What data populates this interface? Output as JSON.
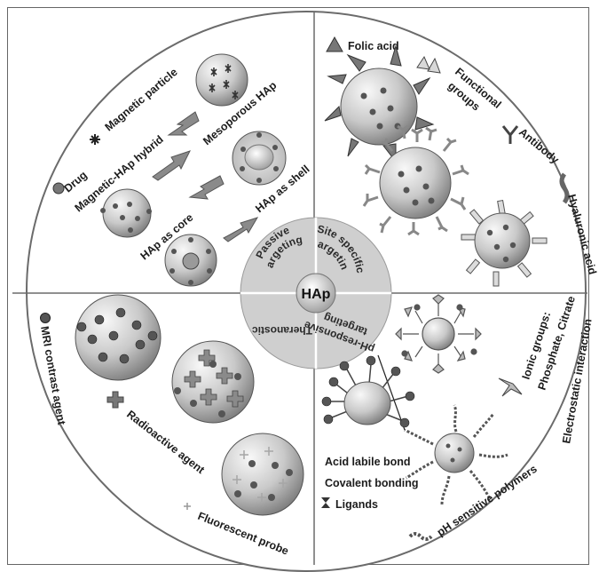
{
  "center": {
    "label": "HAp"
  },
  "inner_quadrants": {
    "passive": [
      "Passive",
      "targeting"
    ],
    "site": [
      "Site specific",
      "targeting"
    ],
    "theranostic": "Theranostic",
    "ph": [
      "pH-responsive",
      "targeting"
    ]
  },
  "passive_labels": {
    "drug": "Drug",
    "magnetic_particle": "Magnetic particle",
    "mesoporous": "Mesoporous HAp",
    "magnetic_hybrid": "Magnetic-HAp hybrid",
    "hap_core": "HAp as core",
    "hap_shell": "HAp as shell"
  },
  "site_labels": {
    "folic_acid": "Folic acid",
    "functional_groups": [
      "Functional",
      "groups"
    ],
    "antibody": "Antibody",
    "hyaluronic": "Hyaluronic acid"
  },
  "theranostic_labels": {
    "mri": "MRI contrast agent",
    "radioactive": "Radioactive  agent",
    "fluorescent": "Fluorescent probe"
  },
  "ph_labels": {
    "ionic_groups": [
      "Ionic groups:",
      "Phosphate, Citrate"
    ],
    "electrostatic": "Electrostatic interaction",
    "acid_labile": "Acid labile bond",
    "covalent": "Covalent bonding",
    "ligands": "Ligands",
    "ph_polymers": "pH sensitive polymers"
  },
  "colors": {
    "sphere_light": "#f2f2f2",
    "sphere_dark": "#8c8c8c",
    "dot": "#555555",
    "arrow": "#8a8a8a"
  }
}
